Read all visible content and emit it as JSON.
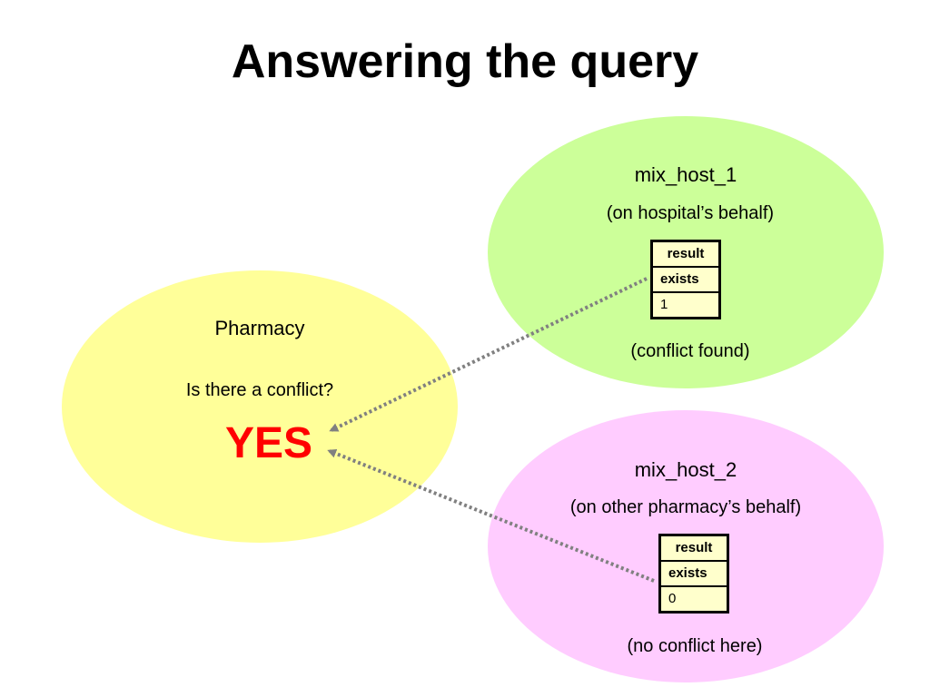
{
  "title": "Answering the query",
  "colors": {
    "pharmacy_fill": "#ffff99",
    "host1_fill": "#ccff99",
    "host2_fill": "#ffccff",
    "answer_color": "#ff0000",
    "arrow_color": "#808080",
    "table_fill": "#ffffcc"
  },
  "pharmacy": {
    "name": "Pharmacy",
    "question": "Is there a conflict?",
    "answer": "YES"
  },
  "hosts": [
    {
      "name": "mix_host_1",
      "subtitle": "(on hospital’s behalf)",
      "table": {
        "header": "result",
        "column": "exists",
        "value": "1"
      },
      "note": "(conflict found)"
    },
    {
      "name": "mix_host_2",
      "subtitle": "(on other pharmacy’s behalf)",
      "table": {
        "header": "result",
        "column": "exists",
        "value": "0"
      },
      "note": "(no conflict here)"
    }
  ]
}
